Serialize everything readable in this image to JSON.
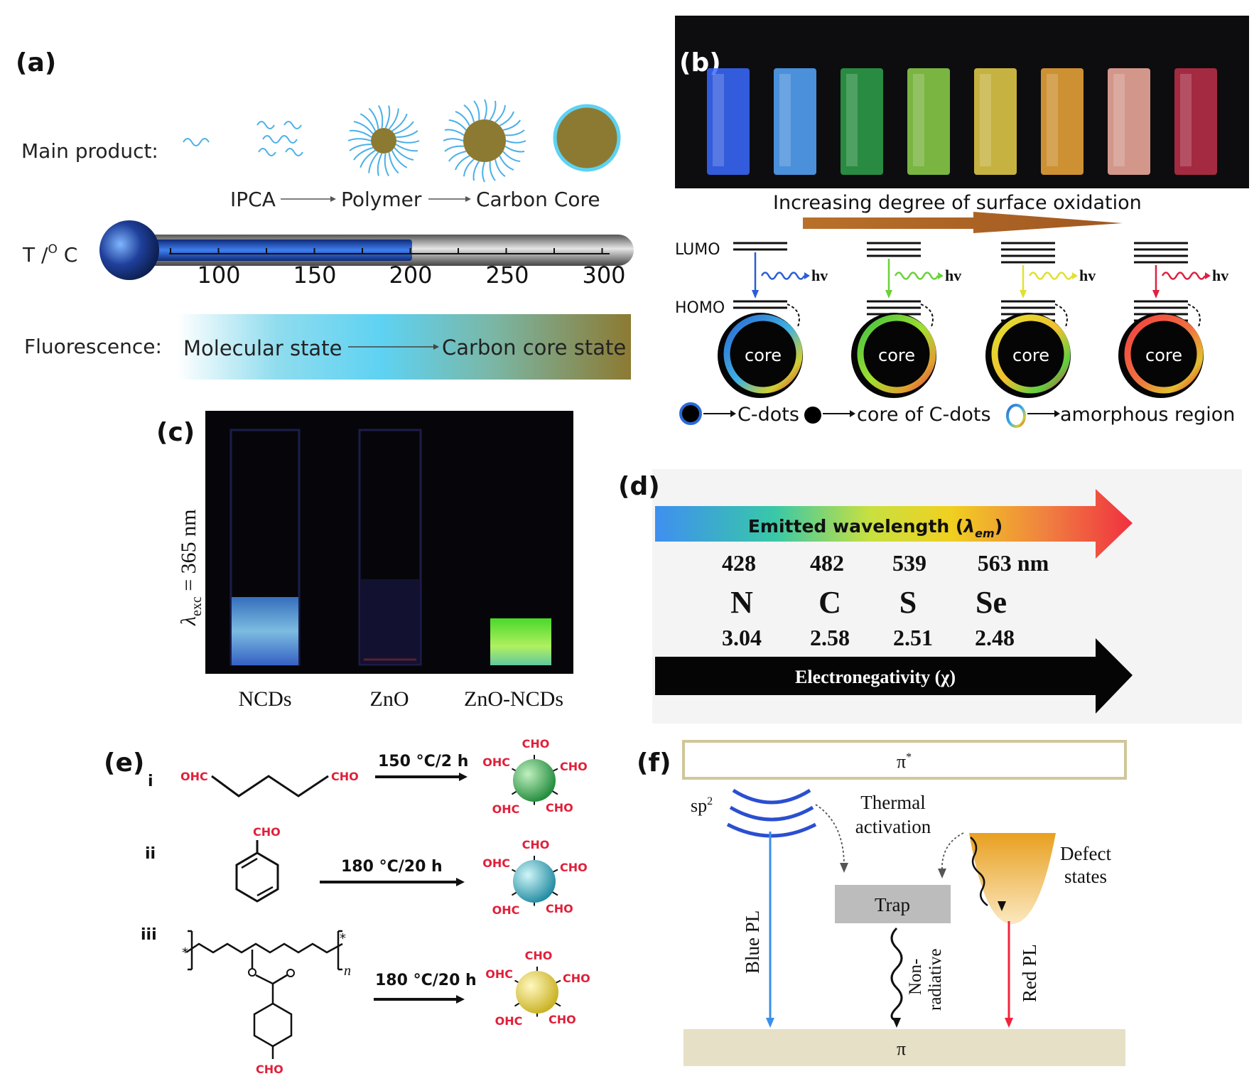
{
  "panels": {
    "a": {
      "label": "(a)",
      "main_product_label": "Main product:",
      "stage_labels": [
        "IPCA",
        "Polymer",
        "Carbon Core"
      ],
      "temp_label_prefix": "T /",
      "temp_label_sup": "O",
      "temp_label_suffix": " C",
      "temp_ticks": [
        "100",
        "150",
        "200",
        "250",
        "300"
      ],
      "fluorescence_label": "Fluorescence:",
      "molecular_state": "Molecular state",
      "carbon_core_state": "Carbon core state",
      "colors": {
        "bulb": "#1f3f9a",
        "filled": "#2a5ed6",
        "core": "#8c7a32"
      }
    },
    "b": {
      "label": "(b)",
      "vial_colors": [
        "#3a6bff",
        "#56a8ff",
        "#2fa24a",
        "#8ed24a",
        "#e8d04a",
        "#f0a83a",
        "#f6b0a0",
        "#c0304a"
      ],
      "arrow_text": "Increasing degree of surface oxidation",
      "lumo": "LUMO",
      "homo": "HOMO",
      "hv": "hv",
      "core_text": "core",
      "emission_colors": [
        "#2a5ed6",
        "#6ad23a",
        "#e0e030",
        "#e02040"
      ],
      "legend_cdots": "C-dots",
      "legend_core": "core of C-dots",
      "legend_amorphous": "amorphous region"
    },
    "c": {
      "label": "(c)",
      "excitation_symbol": "λ",
      "excitation_sub": "exc",
      "excitation_value": " = 365 nm",
      "samples": [
        "NCDs",
        "ZnO",
        "ZnO-NCDs"
      ]
    },
    "d": {
      "label": "(d)",
      "top_arrow_text_prefix": "Emitted wavelength (",
      "top_arrow_text_symbol": "λ",
      "top_arrow_text_sub": "em",
      "top_arrow_text_suffix": ")",
      "wavelengths": [
        "428",
        "482",
        "539",
        "563 nm"
      ],
      "elements": [
        "N",
        "C",
        "S",
        "Se"
      ],
      "electronegativity": [
        "3.04",
        "2.58",
        "2.51",
        "2.48"
      ],
      "bottom_arrow_text": "Electronegativity (χ)"
    },
    "e": {
      "label": "(e)",
      "rows": [
        {
          "roman": "i",
          "condition": "150 °C/2 h",
          "sphere_color": "#3aa85a"
        },
        {
          "roman": "ii",
          "condition": "180 °C/20 h",
          "sphere_color": "#3ab8c0"
        },
        {
          "roman": "iii",
          "condition": "180 °C/20 h",
          "sphere_color": "#e0d040"
        }
      ],
      "cho": "CHO",
      "ohc": "OHC",
      "polymer_n": "n",
      "star": "*"
    },
    "f": {
      "label": "(f)",
      "pi_star": "π",
      "pi_star_sup": "*",
      "pi": "π",
      "sp2": "sp",
      "sp2_sup": "2",
      "thermal_1": "Thermal",
      "thermal_2": "activation",
      "defect_1": "Defect",
      "defect_2": "states",
      "trap": "Trap",
      "blue_pl": "Blue PL",
      "red_pl": "Red PL",
      "nonrad_1": "Non-",
      "nonrad_2": "radiative"
    }
  }
}
